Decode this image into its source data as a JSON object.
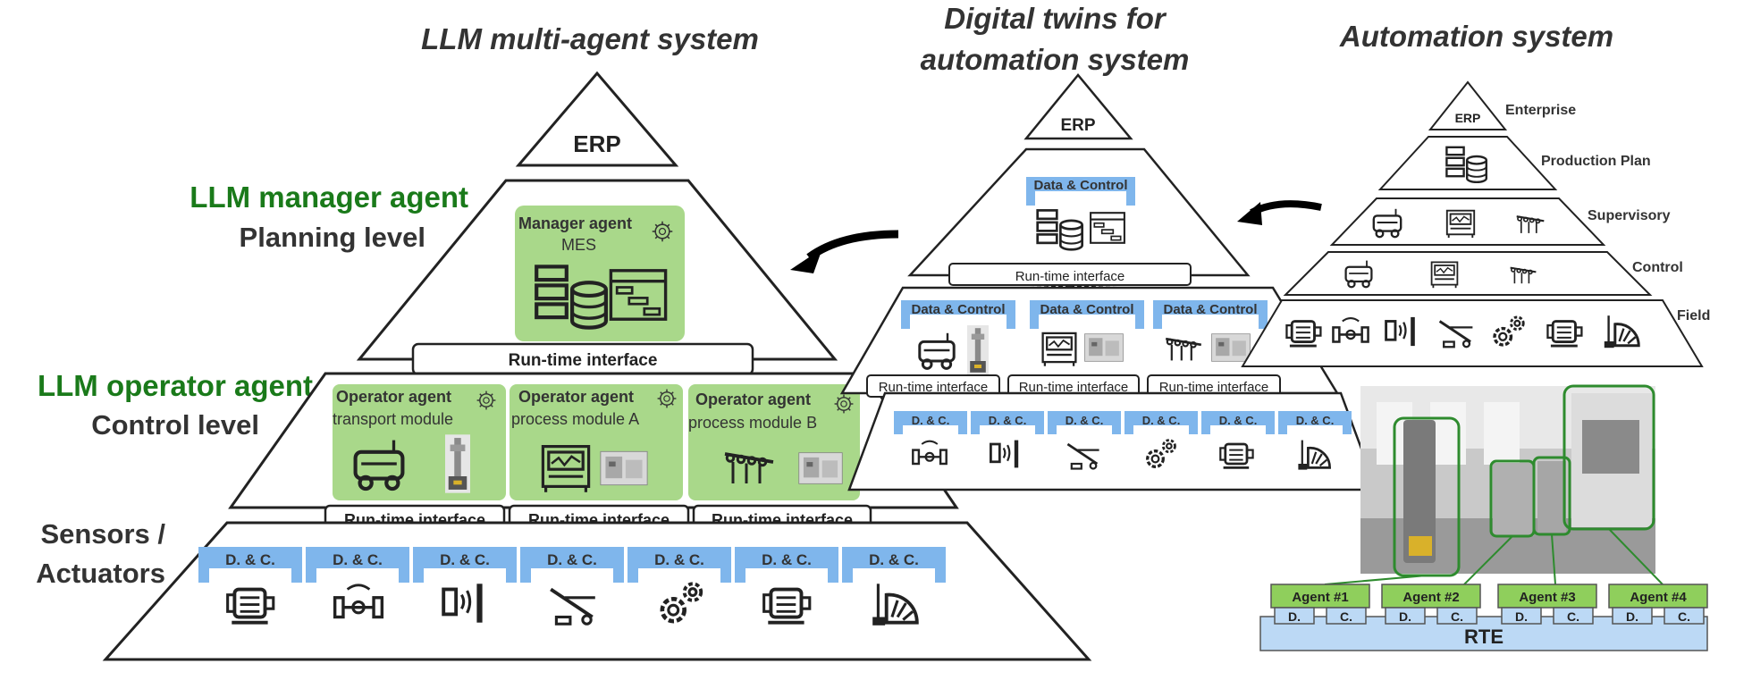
{
  "titles": {
    "left": "LLM multi-agent system",
    "middle_line1": "Digital twins for",
    "middle_line2": "automation system",
    "right": "Automation system"
  },
  "left_labels": {
    "manager_line1": "LLM manager agent",
    "manager_line2": "Planning level",
    "operator_line1": "LLM operator agent",
    "operator_line2": "Control level",
    "sensors_line1": "Sensors /",
    "sensors_line2": "Actuators"
  },
  "left_pyramid": {
    "erp": "ERP",
    "manager_title": "Manager agent",
    "manager_sub": "MES",
    "rti": "Run-time interface",
    "operators": [
      {
        "title": "Operator agent",
        "sub": "transport module"
      },
      {
        "title": "Operator agent",
        "sub": "process module A"
      },
      {
        "title": "Operator agent",
        "sub": "process module B"
      }
    ],
    "rti_bottom": [
      "Run-time interface",
      "Run-time interface",
      "Run-time interface"
    ],
    "dc_tabs": [
      "D. & C.",
      "D. & C.",
      "D. & C.",
      "D. & C.",
      "D. & C.",
      "D. & C.",
      "D. & C."
    ],
    "field_icons": [
      "motor-icon",
      "axle-icon",
      "sensor-icon",
      "switch-icon",
      "gears-icon",
      "motor-icon",
      "valve-icon"
    ]
  },
  "middle_pyramid": {
    "erp": "ERP",
    "data_control_top": "Data & Control",
    "rti": "Run-time interface",
    "data_control_mid": [
      "Data & Control",
      "Data & Control",
      "Data & Control"
    ],
    "rti_bottom": [
      "Run-time interface",
      "Run-time interface",
      "Run-time interface"
    ],
    "dc_tabs": [
      "D. & C.",
      "D. & C.",
      "D. & C.",
      "D. & C.",
      "D. & C.",
      "D. & C."
    ]
  },
  "right_pyramid": {
    "erp": "ERP",
    "levels": [
      "Enterprise",
      "Production Plan",
      "Supervisory",
      "Control",
      "Field"
    ]
  },
  "agents_panel": {
    "agents": [
      "Agent #1",
      "Agent #2",
      "Agent #3",
      "Agent #4"
    ],
    "d": "D.",
    "c": "C.",
    "rte": "RTE"
  },
  "colors": {
    "green_text": "#1a7a1a",
    "agent_green": "#a9d88a",
    "blue_tab": "#7fb6ec",
    "rte_blue": "#bcd9f5",
    "agent_box_green": "#8fcf5c"
  }
}
